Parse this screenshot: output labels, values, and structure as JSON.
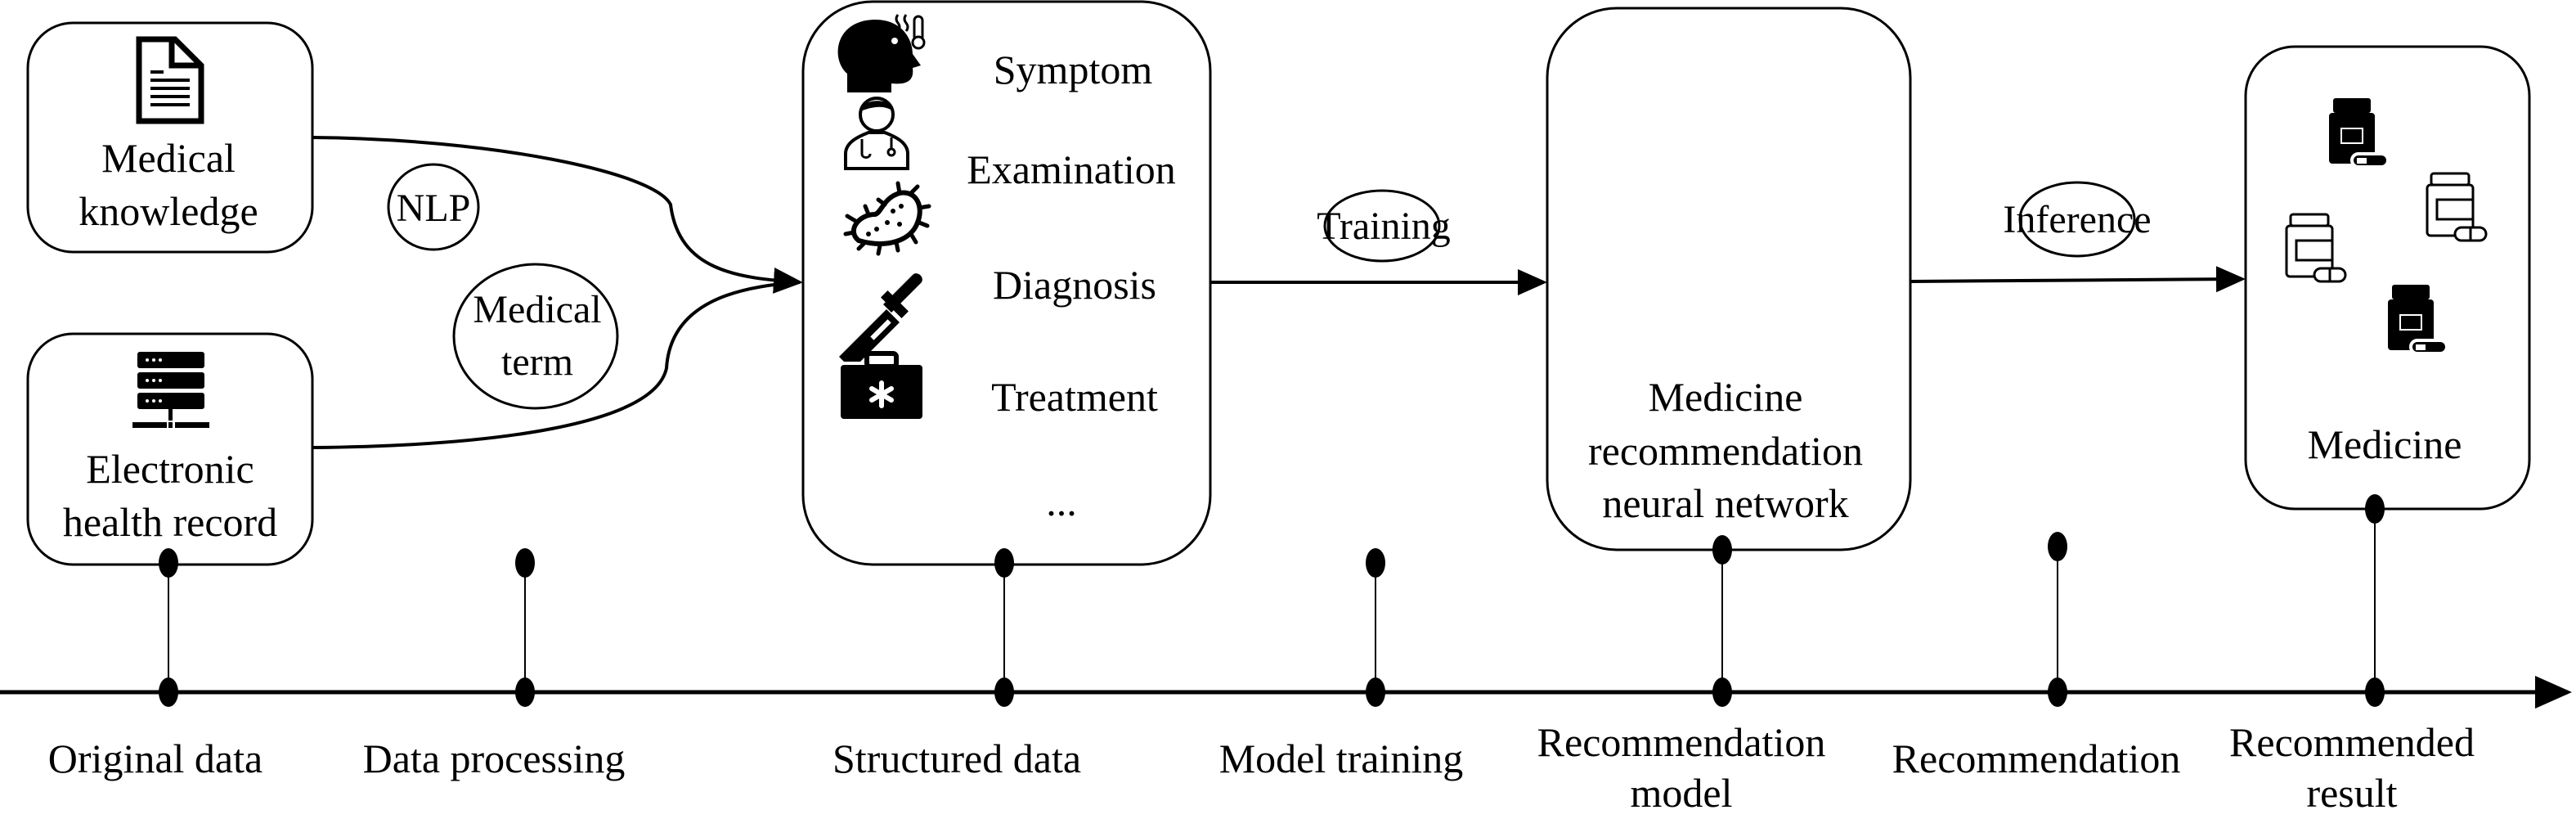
{
  "sources": {
    "medical_knowledge": {
      "icon": "document-icon",
      "lines": [
        "Medical",
        "knowledge"
      ]
    },
    "ehr": {
      "icon": "server-icon",
      "lines": [
        "Electronic",
        "health record"
      ]
    }
  },
  "processing": {
    "nlp": [
      "NLP"
    ],
    "medical_term": [
      "Medical",
      "term"
    ]
  },
  "structured_data": {
    "items": [
      {
        "icon": "sick-head-thermometer-icon",
        "label": "Symptom"
      },
      {
        "icon": "doctor-stethoscope-icon",
        "label": "Examination"
      },
      {
        "icon": "bacteria-icon",
        "label": "Diagnosis"
      },
      {
        "icon": "dropper-icon",
        "label": "Treatment"
      },
      {
        "icon": "medical-kit-icon",
        "label": "..."
      }
    ]
  },
  "edges": {
    "training": "Training",
    "inference": "Inference"
  },
  "model": {
    "lines": [
      "Medicine",
      "recommendation",
      "neural network"
    ]
  },
  "result": {
    "icon": "medicine-bottles-icon",
    "label": "Medicine"
  },
  "timeline": {
    "stages": [
      {
        "lines": [
          "Original data"
        ]
      },
      {
        "lines": [
          "Data processing"
        ]
      },
      {
        "lines": [
          "Structured data"
        ]
      },
      {
        "lines": [
          "Model training"
        ]
      },
      {
        "lines": [
          "Recommendation",
          "model"
        ]
      },
      {
        "lines": [
          "Recommendation"
        ]
      },
      {
        "lines": [
          "Recommended",
          "result"
        ]
      }
    ]
  }
}
